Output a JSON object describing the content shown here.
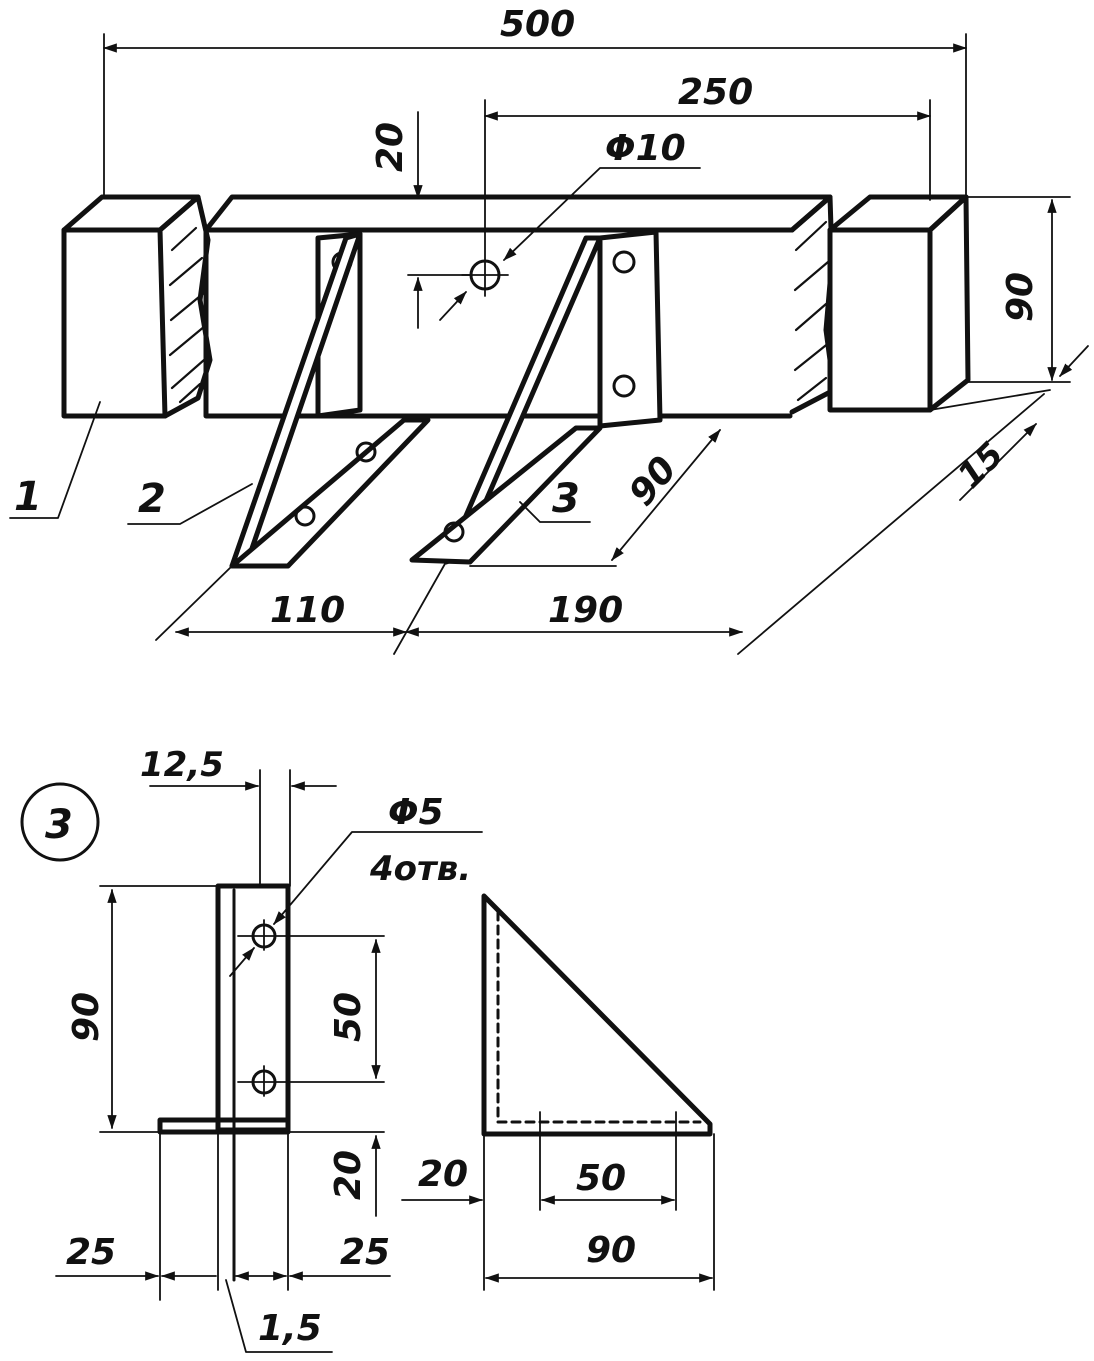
{
  "main_view": {
    "dims": {
      "overall_length": "500",
      "hole_spacing": "250",
      "hole_diameter": "Φ10",
      "hole_offset": "20",
      "height": "90",
      "thickness": "15",
      "bracket_depth": "90",
      "left_offset": "110",
      "right_offset": "190"
    },
    "callouts": {
      "part1": "1",
      "part2": "2",
      "part3": "3"
    }
  },
  "detail_view": {
    "label": "3",
    "dims": {
      "flange_width": "12,5",
      "hole_diameter": "Φ5",
      "hole_count": "4отв.",
      "height": "90",
      "hole_spacing": "50",
      "hole_offset": "20",
      "left_margin": "25",
      "right_margin": "25",
      "sheet_thickness": "1,5",
      "base_offset": "20",
      "base_hole_spacing": "50",
      "base_length": "90"
    }
  }
}
